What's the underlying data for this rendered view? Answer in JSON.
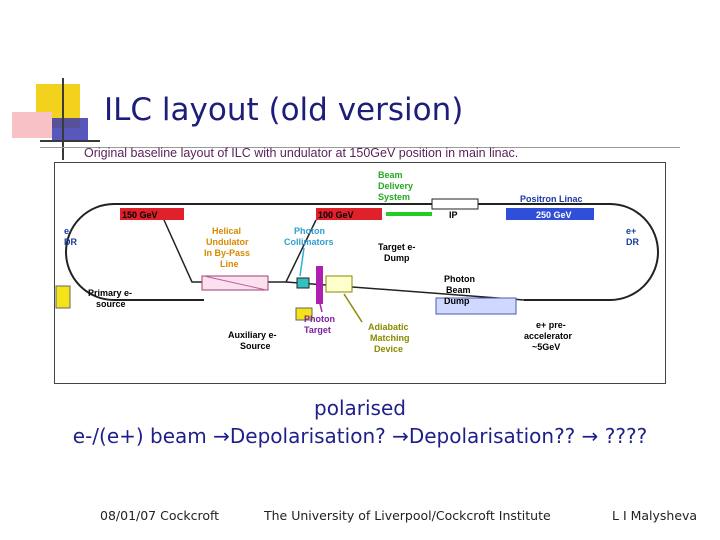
{
  "slide": {
    "title": "ILC layout (old version)",
    "subtitle": "Original baseline layout of ILC with undulator at 150GeV position in main linac.",
    "caption_line1": "polarised",
    "caption_line2": "e-/(e+) beam →Depolarisation? →Depolarisation?? → ????"
  },
  "diagram": {
    "labels": {
      "e_minus_dr": [
        "e-",
        "DR"
      ],
      "e_plus_dr": [
        "e+",
        "DR"
      ],
      "linac_150": "150 GeV",
      "linac_100": "100 GeV",
      "linac_250": "250 GeV",
      "beam_delivery": [
        "Beam",
        "Delivery",
        "System"
      ],
      "ip": "IP",
      "positron_linac": "Positron Linac",
      "helical_undulator": [
        "Helical",
        "Undulator",
        "In By-Pass",
        "Line"
      ],
      "photon_collimators": [
        "Photon",
        "Collimators"
      ],
      "target_dump": [
        "Target e-",
        "Dump"
      ],
      "photon_beam_dump": [
        "Photon",
        "Beam",
        "Dump"
      ],
      "primary_source": [
        "Primary e-",
        "source"
      ],
      "auxiliary_source": [
        "Auxiliary e-",
        "Source"
      ],
      "photon_target": [
        "Photon",
        "Target"
      ],
      "adiabatic_matching": [
        "Adiabatic",
        "Matching",
        "Device"
      ],
      "preaccelerator": [
        "e+ pre-",
        "accelerator",
        "~5GeV"
      ]
    },
    "colors": {
      "linac_red": "#e0202a",
      "linac_blue": "#2f4fd8",
      "beam_green": "#22cc22",
      "label_blue": "#1a3aa0",
      "label_orange": "#d68a00",
      "label_purple": "#7a1fa0",
      "label_olive": "#8a8a00",
      "yellow_box": "#f4e21a"
    }
  },
  "footer": {
    "date": "08/01/07 Cockcroft",
    "institute": "The University of Liverpool/Cockcroft Institute",
    "author": "L I Malysheva"
  }
}
